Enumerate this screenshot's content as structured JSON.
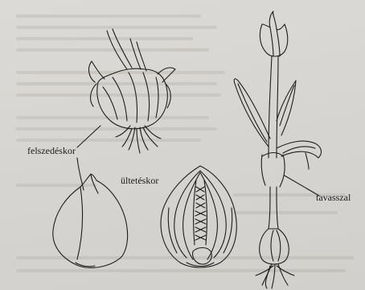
{
  "labels": {
    "harvest": "felszedéskor",
    "planting": "ültetéskor",
    "spring": "tavasszal"
  }
}
